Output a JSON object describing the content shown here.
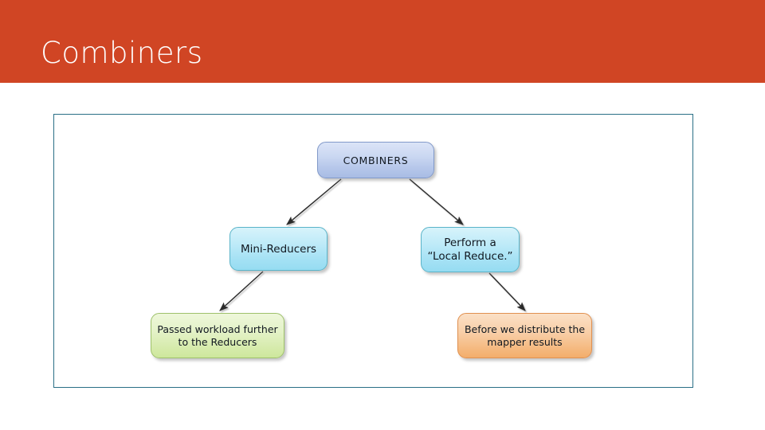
{
  "slide": {
    "title": "Combiners",
    "header_color": "#d04524",
    "background_color": "#ffffff"
  },
  "diagram": {
    "frame_border_color": "#2a6f86",
    "nodes": [
      {
        "id": "combiners",
        "label": "COMBINERS",
        "fill_color": "#c3d3ef",
        "border_color": "#8199c9"
      },
      {
        "id": "mini-reducers",
        "label": "Mini-Reducers",
        "fill_color": "#aee4f5",
        "border_color": "#5ab4c9"
      },
      {
        "id": "local-reduce",
        "label": "Perform a\n“Local Reduce.”",
        "fill_color": "#aee4f5",
        "border_color": "#5ab4c9"
      },
      {
        "id": "passed-workload",
        "label": "Passed workload further\nto the Reducers",
        "fill_color": "#dcefb6",
        "border_color": "#9ec16b"
      },
      {
        "id": "before-distribute",
        "label": "Before we distribute the\nmapper results",
        "fill_color": "#f6c492",
        "border_color": "#e09050"
      }
    ],
    "edges": [
      {
        "from": "combiners",
        "to": "mini-reducers"
      },
      {
        "from": "combiners",
        "to": "local-reduce"
      },
      {
        "from": "mini-reducers",
        "to": "passed-workload"
      },
      {
        "from": "local-reduce",
        "to": "before-distribute"
      }
    ],
    "edge_color": "#2a2a2a"
  }
}
